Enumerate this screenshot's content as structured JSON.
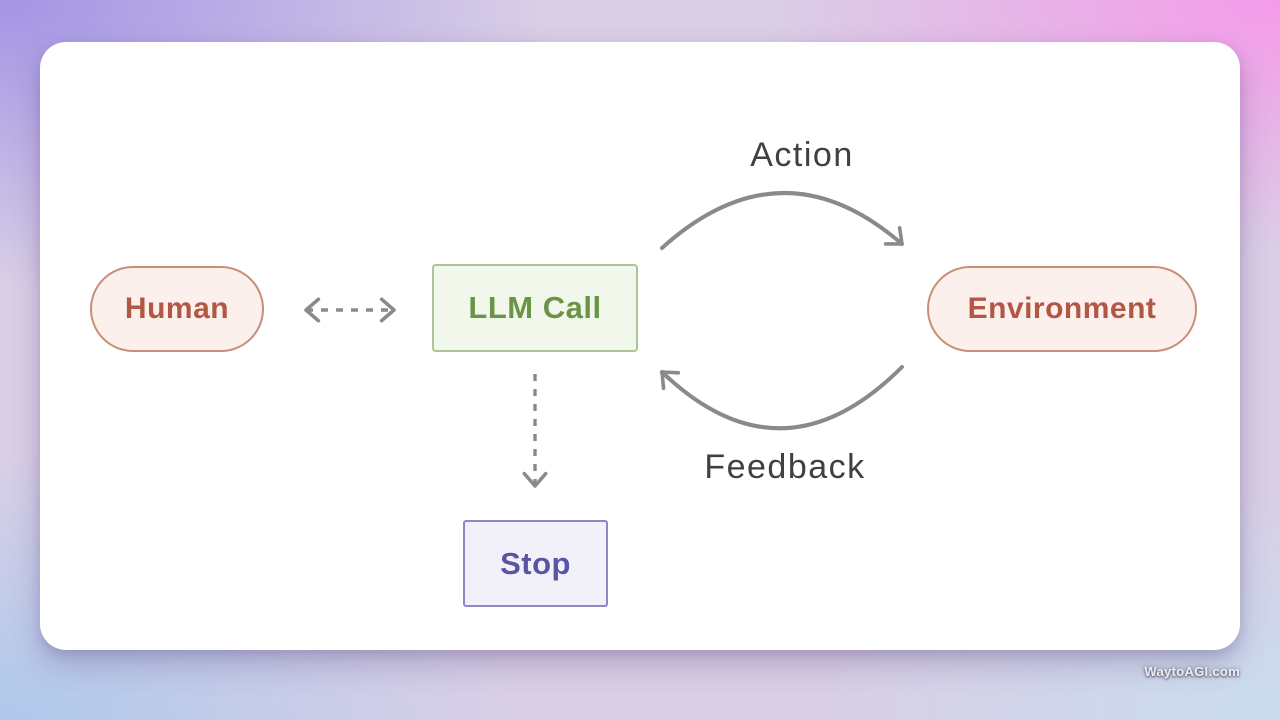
{
  "page": {
    "watermark": "WaytoAGI.com"
  },
  "background": {
    "top_left": "#a394e5",
    "top_right": "#f59ae9",
    "bottom_left": "#afc9ec",
    "bottom_right": "#c9ddee",
    "card": "#ffffff"
  },
  "diagram": {
    "arrow_color": "#8a8a8a",
    "label_color": "#404040",
    "nodes": [
      {
        "id": "human",
        "label": "Human",
        "shape": "pill",
        "fill": "#fbf0ec",
        "border": "#c98d7a",
        "text_color": "#b15744"
      },
      {
        "id": "llm-call",
        "label": "LLM Call",
        "shape": "rect",
        "fill": "#f2f7eb",
        "border": "#abc694",
        "text_color": "#6a9446"
      },
      {
        "id": "environment",
        "label": "Environment",
        "shape": "pill",
        "fill": "#fbf0ec",
        "border": "#c98d7a",
        "text_color": "#b15744"
      },
      {
        "id": "stop",
        "label": "Stop",
        "shape": "rect",
        "fill": "#f2f1f9",
        "border": "#8e88c4",
        "text_color": "#5b54a5"
      }
    ],
    "edges": [
      {
        "id": "human-llm",
        "from": "human",
        "to": "llm-call",
        "style": "dashed",
        "direction": "both",
        "label": ""
      },
      {
        "id": "llm-stop",
        "from": "llm-call",
        "to": "stop",
        "style": "dashed",
        "direction": "forward",
        "label": ""
      },
      {
        "id": "action",
        "from": "llm-call",
        "to": "environment",
        "style": "curved-solid",
        "direction": "forward",
        "label": "Action"
      },
      {
        "id": "feedback",
        "from": "environment",
        "to": "llm-call",
        "style": "curved-solid",
        "direction": "forward",
        "label": "Feedback"
      }
    ]
  }
}
